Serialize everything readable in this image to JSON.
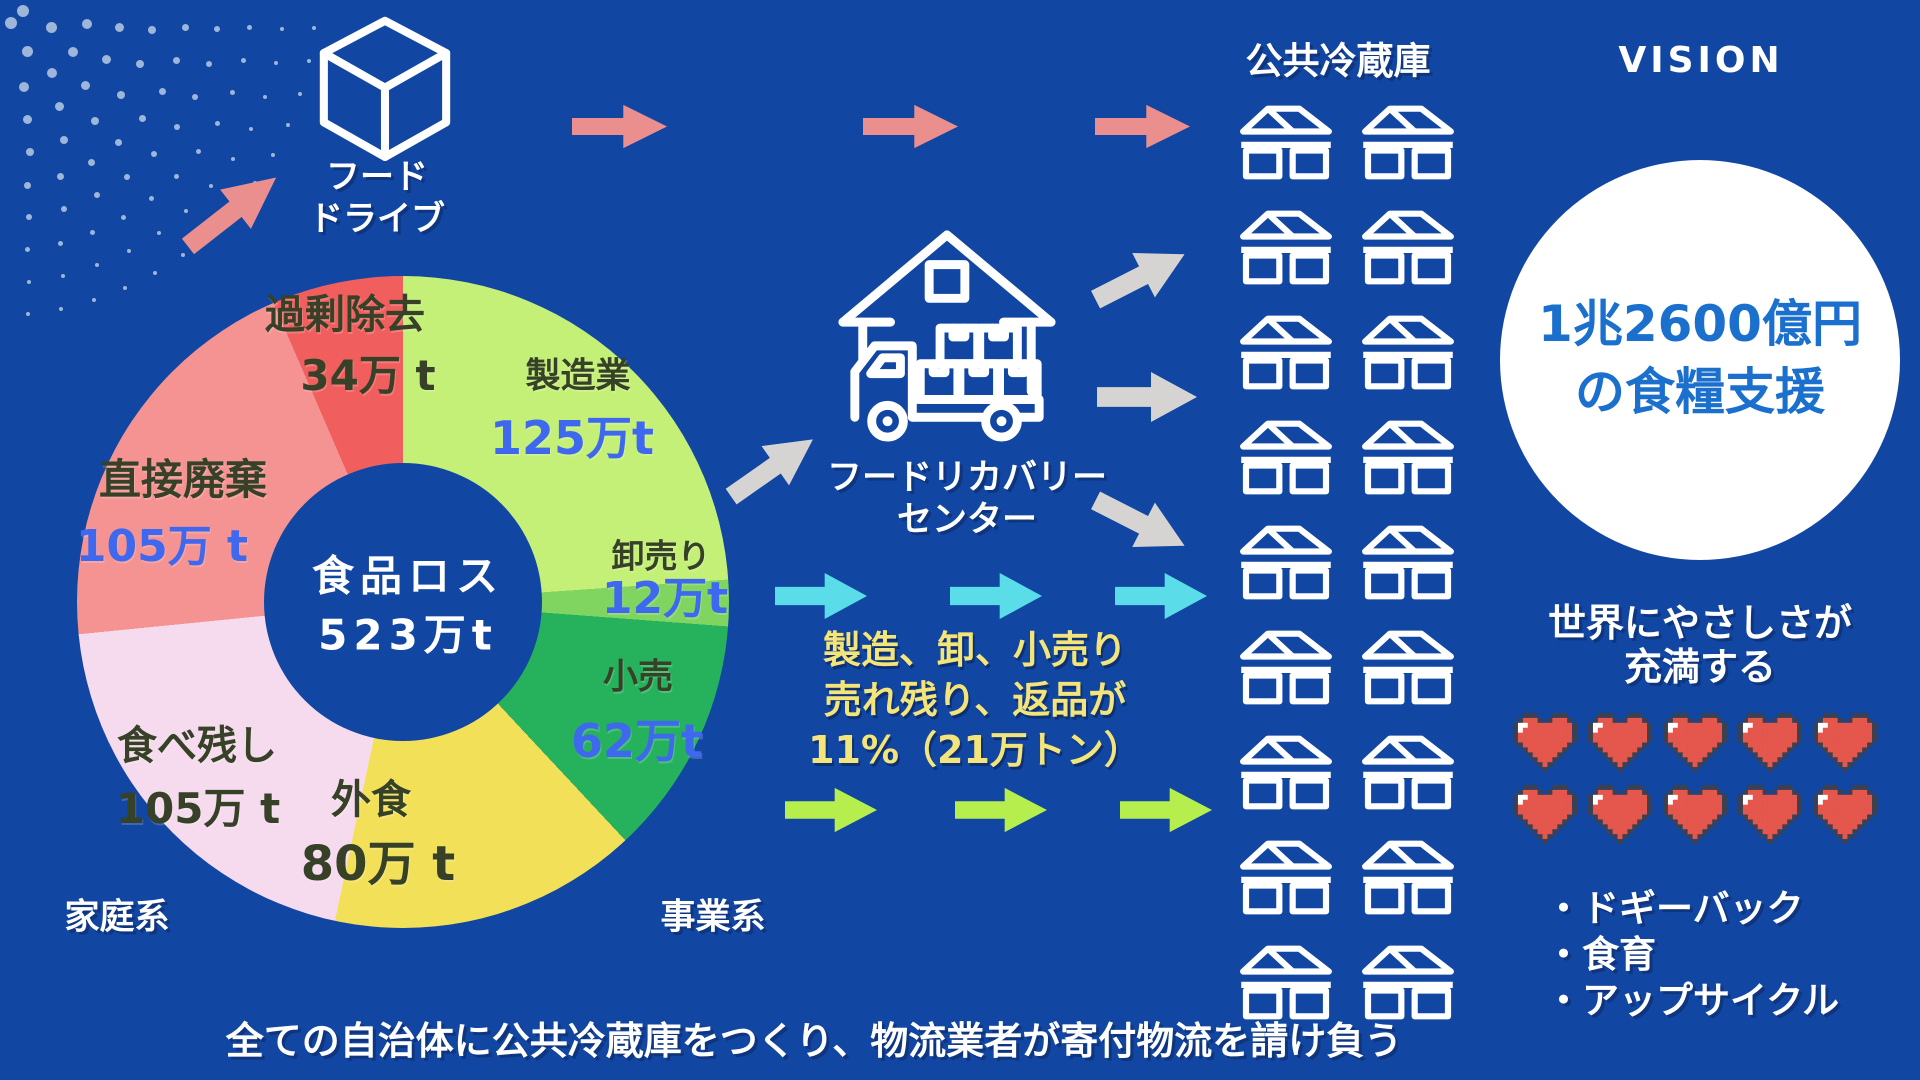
{
  "colors": {
    "bg": "#1146a3",
    "dot": "#9db6d9",
    "arrow_salmon": "#eb8f8e",
    "arrow_gray": "#d5d4d2",
    "arrow_cyan": "#5adde8",
    "arrow_green": "#b6ef4d",
    "note_yellow": "#f3e579",
    "circle_blue": "#1b70cd",
    "heart_red": "#e5574d",
    "heart_outline": "#3b4150",
    "heart_highlight": "#ffffff"
  },
  "food_drive": {
    "line1": "フード",
    "line2": "ドライブ"
  },
  "chart_data": {
    "type": "pie",
    "title": "食品ロス 523万t",
    "center_line1": "食品ロス",
    "center_line2": "523万t",
    "total": 523,
    "unit": "万t",
    "start_angle_deg": 0,
    "clockwise": true,
    "segments": [
      {
        "label": "製造業",
        "value": 125,
        "value_label": "125万t",
        "color": "#c5f078",
        "label_color": "#364127",
        "value_color": "#3e68ee"
      },
      {
        "label": "卸売り",
        "value": 12,
        "value_label": "12万t",
        "color": "#7fd55f",
        "label_color": "#364127",
        "value_color": "#3e68ee"
      },
      {
        "label": "小売",
        "value": 62,
        "value_label": "62万t",
        "color": "#26b25c",
        "label_color": "#364127",
        "value_color": "#3e68ee"
      },
      {
        "label": "外食",
        "value": 80,
        "value_label": "80万 t",
        "color": "#f2e158",
        "label_color": "#364127",
        "value_color": "#364127"
      },
      {
        "label": "食べ残し",
        "value": 105,
        "value_label": "105万 t",
        "color": "#f6dbee",
        "label_color": "#364127",
        "value_color": "#364127"
      },
      {
        "label": "直接廃棄",
        "value": 105,
        "value_label": "105万 t",
        "color": "#f49392",
        "label_color": "#364127",
        "value_color": "#3e68ee"
      },
      {
        "label": "過剰除去",
        "value": 34,
        "value_label": "34万 t",
        "color": "#f15e5e",
        "label_color": "#364127",
        "value_color": "#364127"
      }
    ]
  },
  "group_labels": {
    "household": "家庭系",
    "business": "事業系"
  },
  "recovery_center": {
    "line1": "フードリカバリー",
    "line2": "センター"
  },
  "flow_note": {
    "line1": "製造、卸、小売り",
    "line2": "売れ残り、返品が",
    "line3": "11%（21万トン）"
  },
  "cold_storage": {
    "title": "公共冷蔵庫",
    "rows": 9,
    "cols": 2
  },
  "vision": {
    "title": "VISION",
    "circle_line1": "1兆2600億円",
    "circle_line2": "の食糧支援",
    "subtitle_line1": "世界にやさしさが",
    "subtitle_line2": "充満する",
    "hearts_rows": 2,
    "hearts_per_row": 5,
    "bullets": [
      "・ドギーバック",
      "・食育",
      "・アップサイクル"
    ]
  },
  "footer": "全ての自治体に公共冷蔵庫をつくり、物流業者が寄付物流を請け負う"
}
